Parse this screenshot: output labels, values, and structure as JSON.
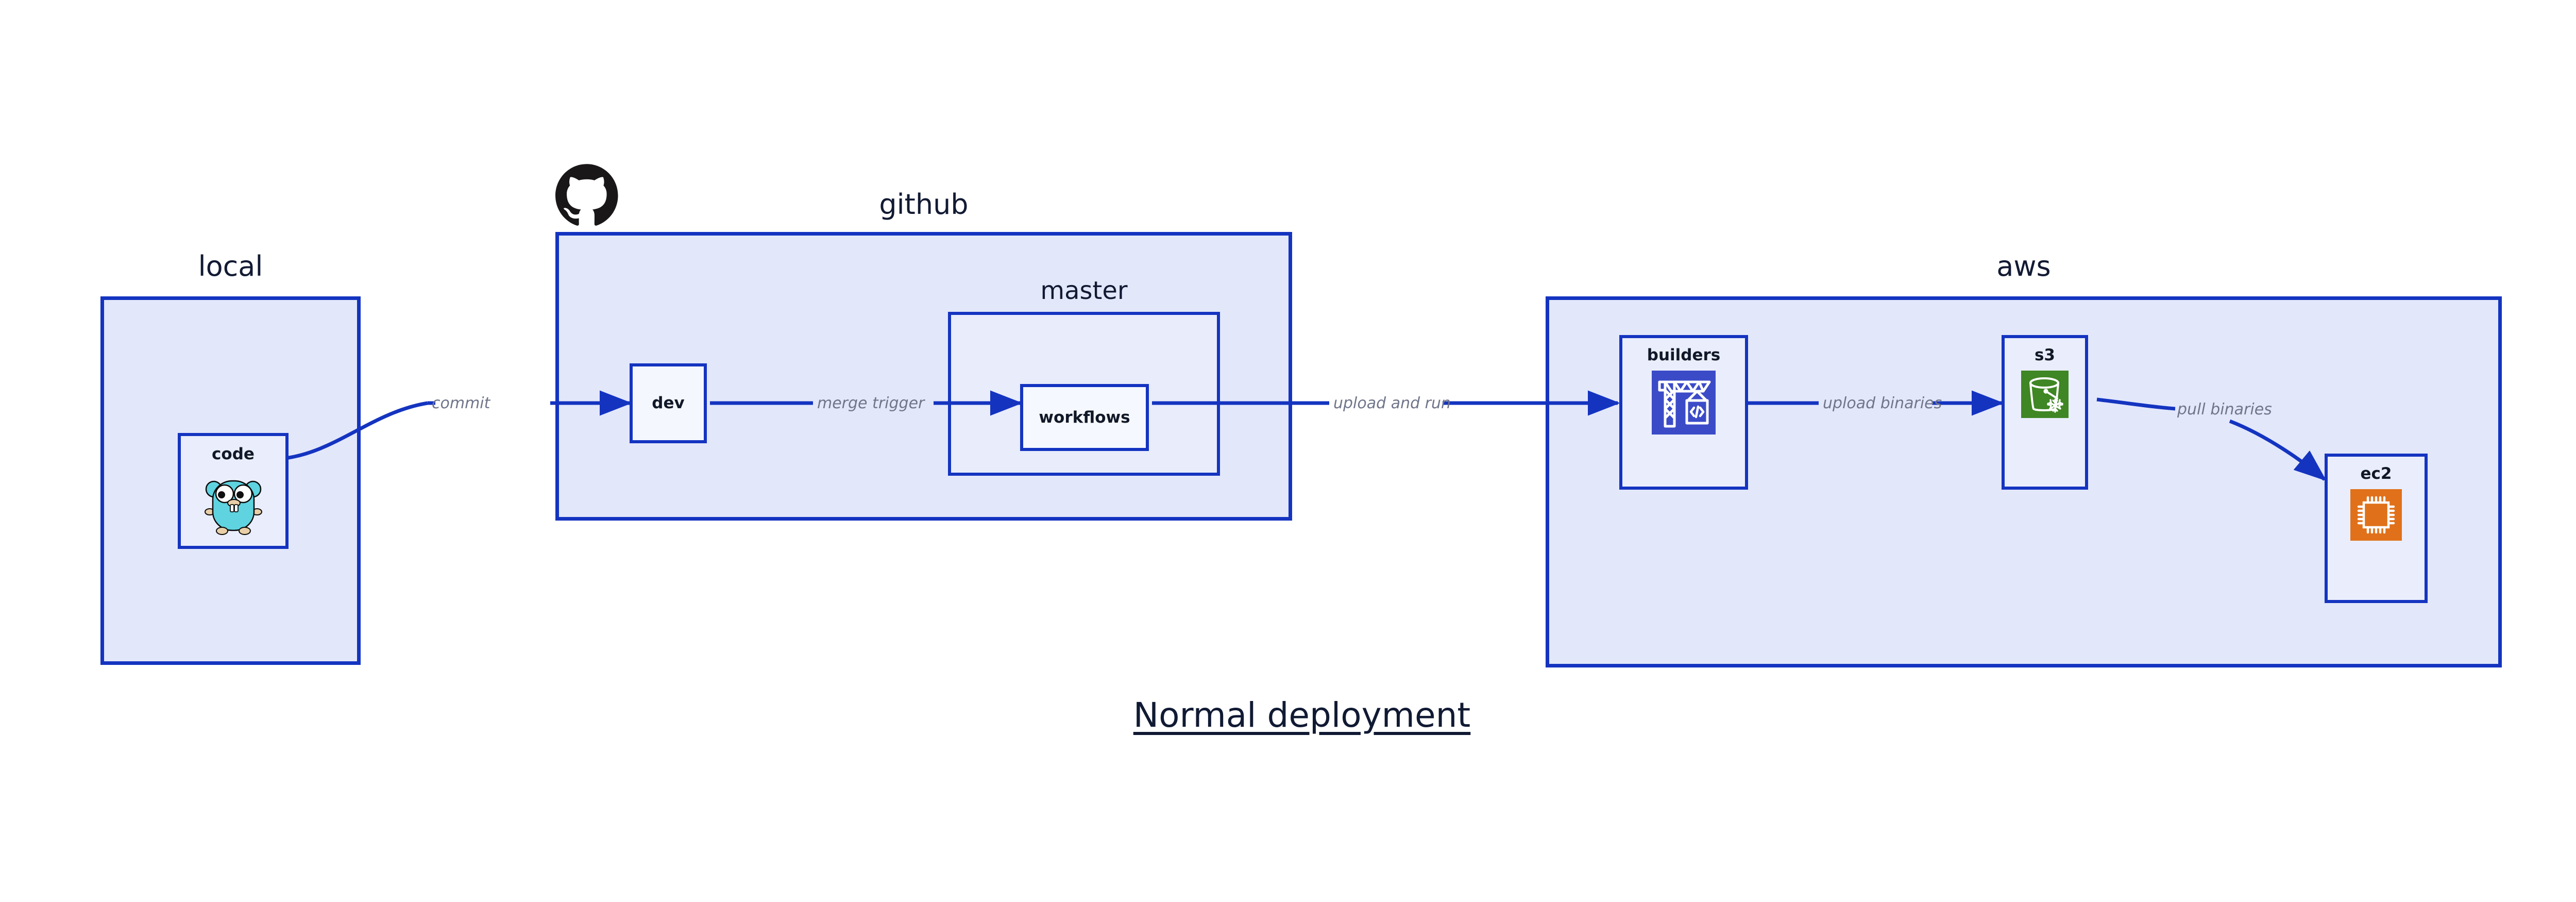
{
  "diagram": {
    "caption": "Normal deployment",
    "background_color": "#ffffff",
    "container_fill": "#e2e7fa",
    "container_border": "#1434c0",
    "node_fill": "#eaeefc",
    "edge_color": "#1434c0",
    "edge_label_color": "#70758a",
    "title_color": "#121a33"
  },
  "groups": [
    {
      "id": "local",
      "title": "local",
      "nodes": [
        {
          "id": "code",
          "label": "code",
          "icon": "go-gopher-icon"
        }
      ]
    },
    {
      "id": "github",
      "title": "github",
      "logo": "github-octocat-icon",
      "nodes": [
        {
          "id": "dev",
          "label": "dev",
          "icon": "none"
        }
      ],
      "subgroups": [
        {
          "id": "master",
          "title": "master",
          "nodes": [
            {
              "id": "workflows",
              "label": "workflows",
              "icon": "none"
            }
          ]
        }
      ]
    },
    {
      "id": "aws",
      "title": "aws",
      "nodes": [
        {
          "id": "builders",
          "label": "builders",
          "icon": "aws-builders-crane-icon",
          "icon_color": "#3b4bc8"
        },
        {
          "id": "s3",
          "label": "s3",
          "icon": "aws-s3-bucket-icon",
          "icon_color": "#3f8624"
        },
        {
          "id": "ec2",
          "label": "ec2",
          "icon": "aws-ec2-chip-icon",
          "icon_color": "#e0711a"
        }
      ]
    }
  ],
  "edges": [
    {
      "id": "commit",
      "from": "code",
      "to": "dev",
      "label": "commit"
    },
    {
      "id": "merge-trigger",
      "from": "dev",
      "to": "workflows",
      "label": "merge trigger"
    },
    {
      "id": "upload-and-run",
      "from": "workflows",
      "to": "builders",
      "label": "upload and run"
    },
    {
      "id": "upload-binaries",
      "from": "builders",
      "to": "s3",
      "label": "upload binaries"
    },
    {
      "id": "pull-binaries",
      "from": "s3",
      "to": "ec2",
      "label": "pull binaries"
    }
  ]
}
